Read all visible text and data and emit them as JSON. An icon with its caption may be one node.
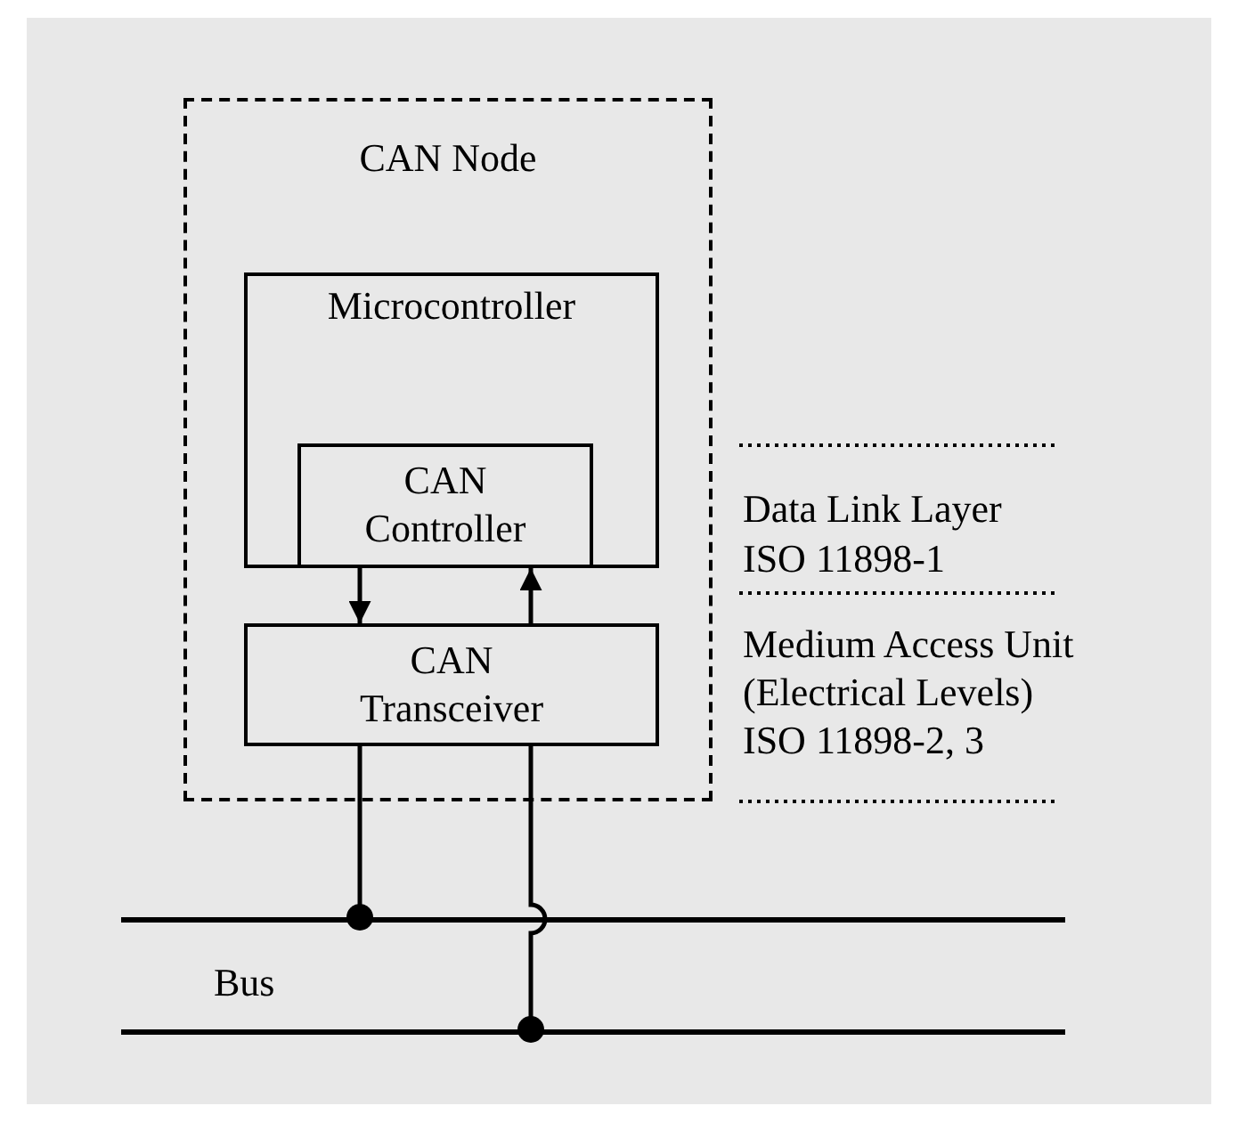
{
  "diagram": {
    "nodes": [
      {
        "text": [
          "CAN Node"
        ]
      },
      {
        "text": [
          "Microcontroller"
        ],
        "in": 0
      },
      {
        "text": [
          "CAN Controller"
        ],
        "in": 1
      },
      {
        "text": [
          "CAN Transceiver"
        ],
        "in": 0
      },
      {
        "text": [],
        "shape": "bar"
      },
      {
        "text": [],
        "shape": "bar"
      }
    ],
    "edges": [
      {
        "from": 2,
        "to": 3,
        "arrow": "to"
      },
      {
        "from": 3,
        "to": 2,
        "arrow": "to"
      },
      {
        "from": 3,
        "to": 4,
        "arrow": "other"
      },
      {
        "from": 3,
        "to": 5,
        "arrow": "other"
      }
    ],
    "labels": [
      "Data Link Layer",
      "ISO 11898-1",
      "Medium Access Unit",
      "(Electrical Levels)",
      "ISO 11898-2, 3",
      "Bus"
    ]
  }
}
